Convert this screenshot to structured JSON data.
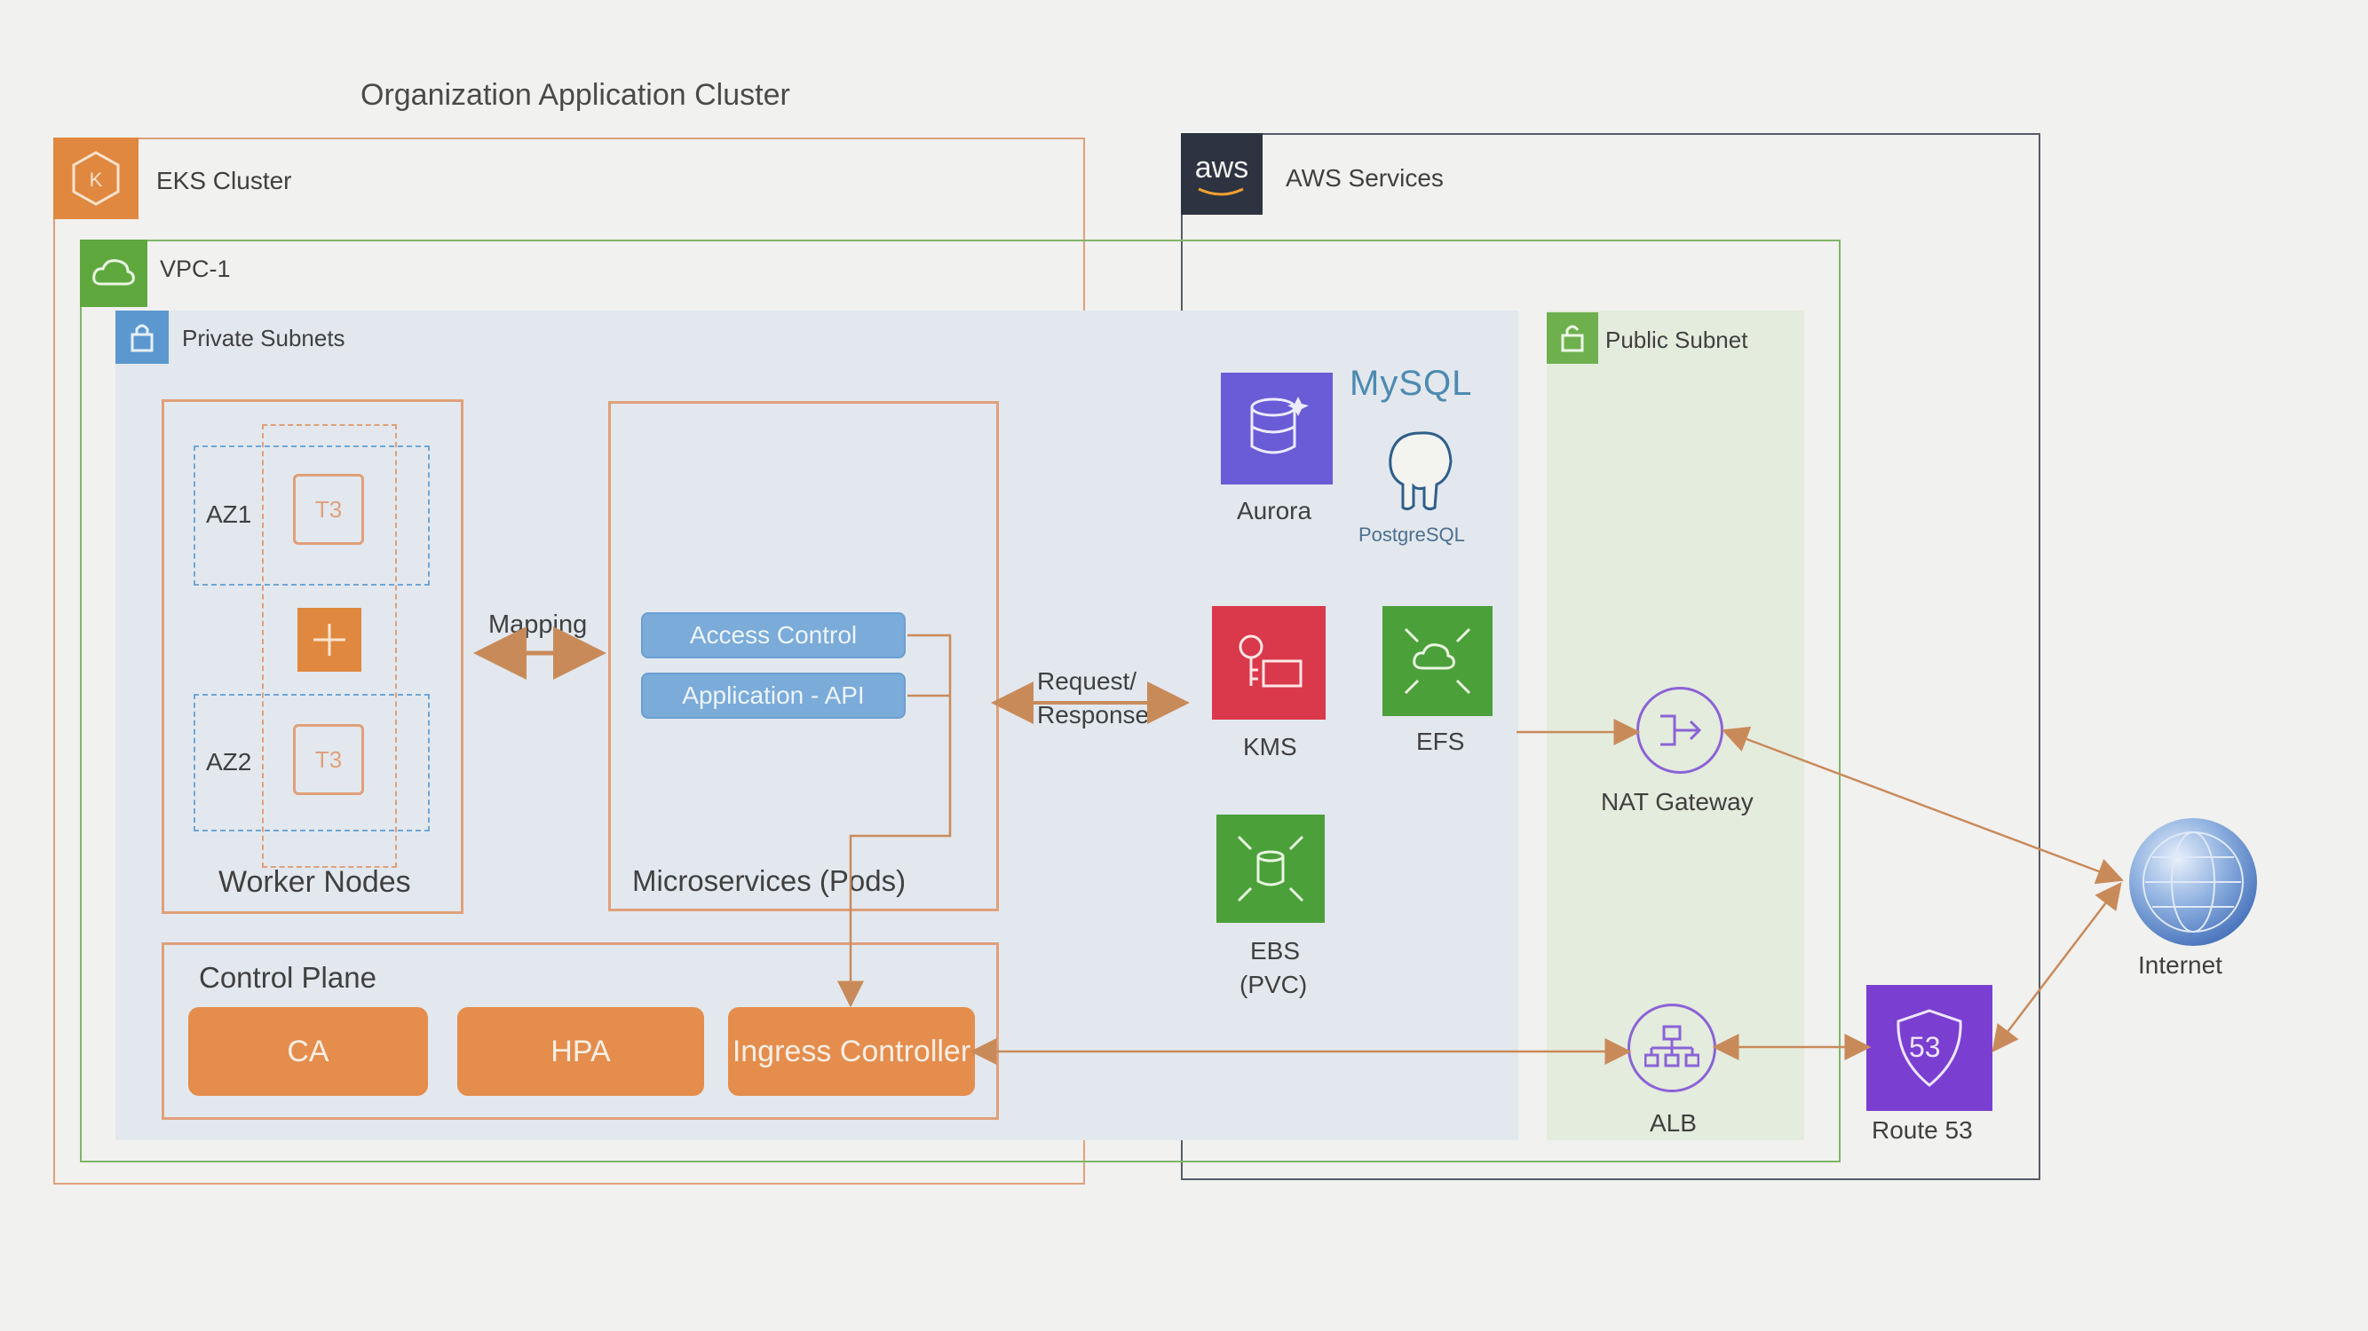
{
  "title": "Organization Application Cluster",
  "eks": {
    "label": "EKS Cluster",
    "icon": "eks-icon"
  },
  "vpc": {
    "label": "VPC-1",
    "icon": "vpc-cloud-icon"
  },
  "private_subnets": {
    "label": "Private Subnets",
    "icon": "private-subnet-lock-icon"
  },
  "public_subnet": {
    "label": "Public Subnet",
    "icon": "public-subnet-lock-icon"
  },
  "aws": {
    "logo": "aws",
    "label": "AWS Services"
  },
  "worker_nodes": {
    "label": "Worker Nodes",
    "az1": "AZ1",
    "az2": "AZ2",
    "instance": "T3"
  },
  "mapping": "Mapping",
  "microservices": {
    "label": "Microservices (Pods)",
    "items": [
      "Access Control",
      "Application - API"
    ]
  },
  "request_response": {
    "line1": "Request/",
    "line2": "Response"
  },
  "control_plane": {
    "label": "Control Plane",
    "items": [
      "CA",
      "HPA",
      "Ingress Controller"
    ]
  },
  "services": {
    "aurora": "Aurora",
    "mysql": "MySQL",
    "postgresql": "PostgreSQL",
    "kms": "KMS",
    "efs": "EFS",
    "ebs_line1": "EBS",
    "ebs_line2": "(PVC)",
    "nat": "NAT Gateway",
    "alb": "ALB",
    "route53": "Route 53",
    "route53_badge": "53"
  },
  "internet": "Internet",
  "colors": {
    "orange": "#d98a4c",
    "green": "#5a9e3c",
    "blue": "#7aabd9",
    "purple": "#7b4fcf",
    "aws_dark": "#2d3340"
  }
}
